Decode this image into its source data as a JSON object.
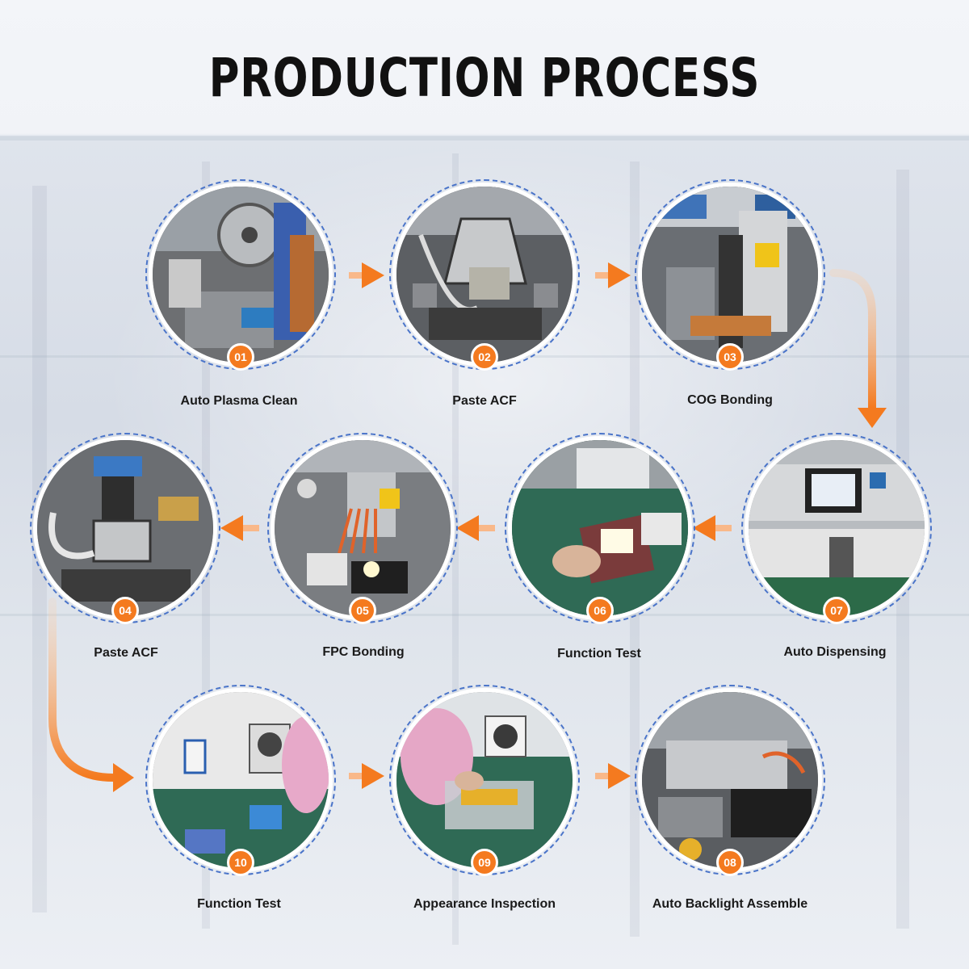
{
  "title": "PRODUCTION PROCESS",
  "colors": {
    "accent": "#f47a1f",
    "ring": "#4a74c9",
    "title": "#111111"
  },
  "steps": [
    {
      "number": "01",
      "label": "Auto Plasma Clean"
    },
    {
      "number": "02",
      "label": "Paste ACF"
    },
    {
      "number": "03",
      "label": "COG Bonding"
    },
    {
      "number": "04",
      "label": "Paste ACF"
    },
    {
      "number": "05",
      "label": "FPC Bonding"
    },
    {
      "number": "06",
      "label": "Function Test"
    },
    {
      "number": "07",
      "label": "Auto Dispensing"
    },
    {
      "number": "08",
      "label": "Auto Backlight Assemble"
    },
    {
      "number": "09",
      "label": "Appearance Inspection"
    },
    {
      "number": "10",
      "label": "Function Test"
    }
  ]
}
